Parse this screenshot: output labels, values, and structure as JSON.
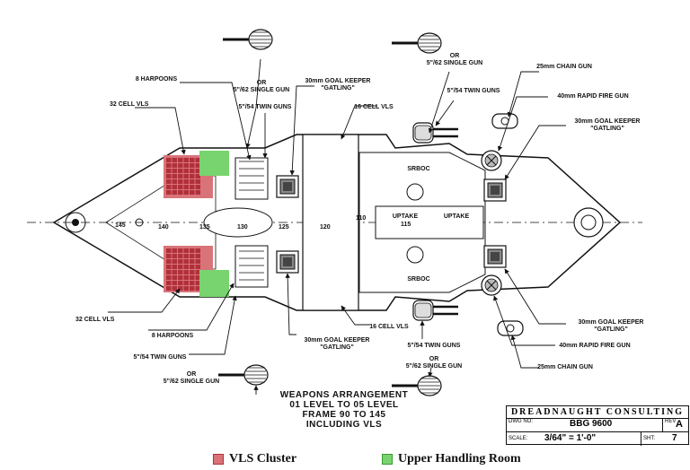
{
  "labels": {
    "harpoons_top": "8 HARPOONS",
    "vls32_top": "32 CELL VLS",
    "gun62_top_left": "OR\n5\"/62 SINGLE GUN",
    "twin54_top_left": "5\"/54 TWIN GUNS",
    "gk30_top_center": "30mm GOAL KEEPER\n\"GATLING\"",
    "vls16_top": "16 CELL VLS",
    "gun62_top_right": "OR\n5\"/62 SINGLE GUN",
    "twin54_top_right": "5\"/54 TWIN GUNS",
    "chain25_top": "25mm CHAIN GUN",
    "rapid40_top": "40mm RAPID FIRE GUN",
    "gk30_top_right": "30mm GOAL KEEPER\n\"GATLING\"",
    "vls32_bottom": "32 CELL VLS",
    "harpoons_bottom": "8 HARPOONS",
    "twin54_bottom_left": "5\"/54 TWIN GUNS",
    "gun62_bottom_left": "OR\n5\"/62 SINGLE GUN",
    "gk30_bottom_center": "30mm GOAL KEEPER\n\"GATLING\"",
    "vls16_bottom": "16 CELL VLS",
    "gk30_bottom_right": "30mm GOAL KEEPER\n\"GATLING\"",
    "rapid40_bottom": "40mm RAPID FIRE GUN",
    "twin54_bottom_right": "5\"/54 TWIN GUNS",
    "gun62_bottom_right": "OR\n5\"/62 SINGLE GUN",
    "chain25_bottom": "25mm CHAIN GUN",
    "srboc_top": "SRBOC",
    "srboc_bottom": "SRBOC",
    "uptake_left": "UPTAKE",
    "uptake_right": "UPTAKE"
  },
  "frames": [
    "145",
    "140",
    "135",
    "130",
    "125",
    "120",
    "115",
    "110"
  ],
  "arrangement": {
    "line1": "WEAPONS ARRANGEMENT",
    "line2": "01 LEVEL TO 05 LEVEL",
    "line3": "FRAME 90 TO 145",
    "line4": "INCLUDING VLS"
  },
  "title_block": {
    "firm": "DREADNAUGHT CONSULTING",
    "dwg_label": "DWG NO:",
    "dwg_no": "BBG 9600",
    "rev_label": "REV",
    "rev": "A",
    "scale_label": "SCALE:",
    "scale": "3/64\" = 1'-0\"",
    "sht_label": "SHT:",
    "sht": "7"
  },
  "legend": [
    {
      "label": "VLS Cluster",
      "color": "#d9737a"
    },
    {
      "label": "Upper Handling Room",
      "color": "#78d46e"
    }
  ],
  "colors": {
    "vls": "#d9737a",
    "vls_dark": "#b0303a",
    "handling": "#78d46e",
    "line": "#111111"
  }
}
